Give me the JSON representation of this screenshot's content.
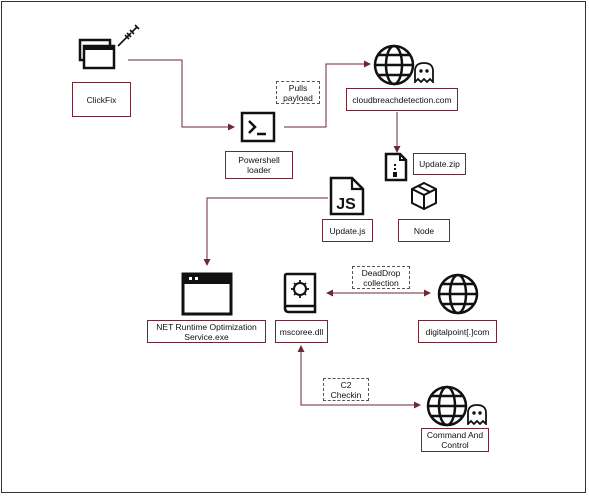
{
  "nodes": {
    "clickfix": "ClickFix",
    "powershell": "Powershell\nloader",
    "domain": "cloudbreachdetection.com",
    "update_zip": "Update.zip",
    "update_js": "Update.js",
    "node": "Node",
    "net_runtime": "NET Runtime Optimization\nService.exe",
    "mscoree": "mscoree.dll",
    "digitalpoint": "digitalpoint[.]com",
    "c2": "Command And\nControl"
  },
  "edge_labels": {
    "pulls_payload": "Pulls\npayload",
    "deaddrop": "DeadDrop\ncollection",
    "c2_checkin": "C2\nCheckin"
  },
  "icon_labels": {
    "js_text": "JS"
  },
  "colors": {
    "edge": "#6b2a33",
    "stroke": "#111111"
  }
}
